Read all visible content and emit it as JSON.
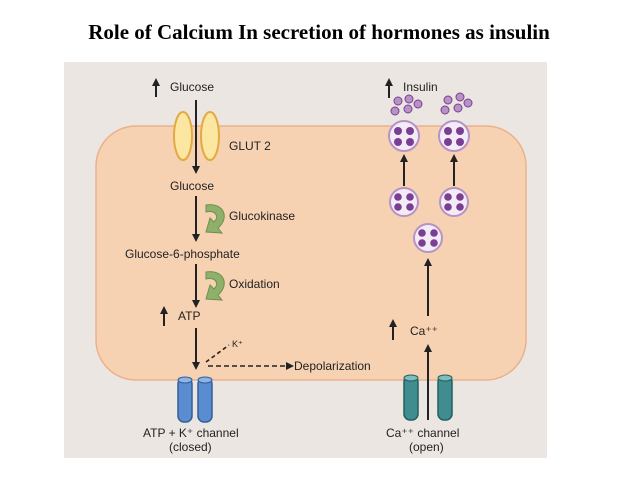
{
  "title": "Role of Calcium In secretion of hormones as insulin",
  "labels": {
    "glucose_outside": "Glucose",
    "glut2": "GLUT 2",
    "glucose_inside": "Glucose",
    "glucokinase": "Glucokinase",
    "g6p": "Glucose-6-phosphate",
    "oxidation": "Oxidation",
    "atp": "ATP",
    "k_plus": "K⁺",
    "depolarization": "Depolarization",
    "atp_channel": "ATP + K⁺ channel",
    "atp_channel_state": "(closed)",
    "insulin": "Insulin",
    "ca": "Ca⁺⁺",
    "ca_channel": "Ca⁺⁺ channel",
    "ca_channel_state": "(open)"
  },
  "colors": {
    "cell_fill": "#f6d2b3",
    "cell_stroke": "#e9b28c",
    "glut": "#fbe6a2",
    "glut_stroke": "#e3a943",
    "enzyme_arrow": "#8fb06a",
    "k_channel": "#5b8ccf",
    "ca_channel": "#3f8d8f",
    "vesicle": "#b792c6",
    "granule": "#7a3f92"
  }
}
